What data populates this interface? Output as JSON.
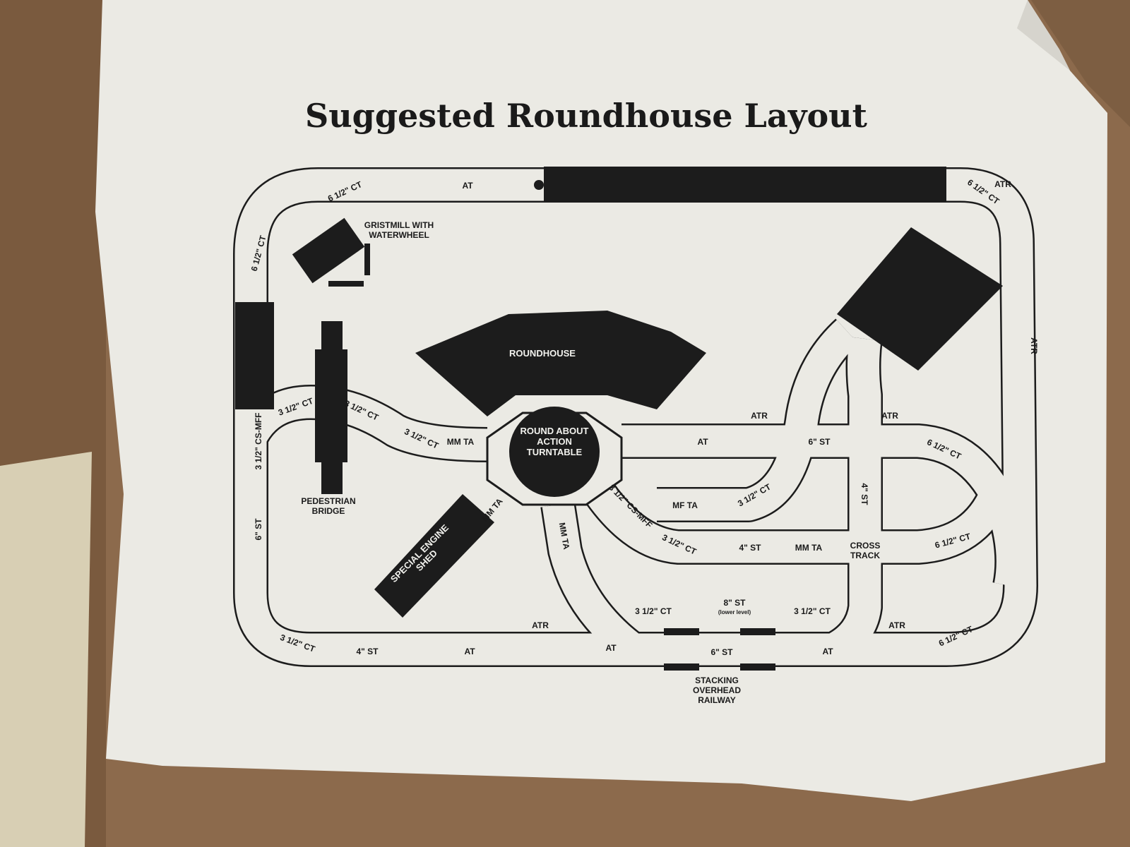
{
  "title": "Suggested Roundhouse Layout",
  "buildings": {
    "gristmill": [
      "GRISTMILL WITH",
      "WATERWHEEL"
    ],
    "pedestrian_bridge": [
      "PEDESTRIAN",
      "BRIDGE"
    ],
    "roundhouse": "ROUNDHOUSE",
    "turntable": [
      "ROUND ABOUT",
      "ACTION",
      "TURNTABLE"
    ],
    "special_engine_shed": [
      "SPECIAL ENGINE",
      "SHED"
    ],
    "stacking_overhead_railway": [
      "STACKING",
      "OVERHEAD",
      "RAILWAY"
    ]
  },
  "track_labels": {
    "at": "AT",
    "atr": "ATR",
    "ct_65": "6 1/2\" CT",
    "ct_35": "3 1/2\" CT",
    "st_6": "6\" ST",
    "st_4": "4\" ST",
    "st_8": "8\" ST",
    "st_8_note": "(lower level)",
    "mm_ta": "MM TA",
    "mf_ta": "MF TA",
    "cs_mff": "3 1/2\" CS-MFF",
    "cross_track": [
      "CROSS",
      "TRACK"
    ]
  },
  "colors": {
    "paper": "#ebeae4",
    "ink": "#1c1c1c",
    "leather": "#8c6a4c",
    "carpet": "#d8cfb4"
  }
}
